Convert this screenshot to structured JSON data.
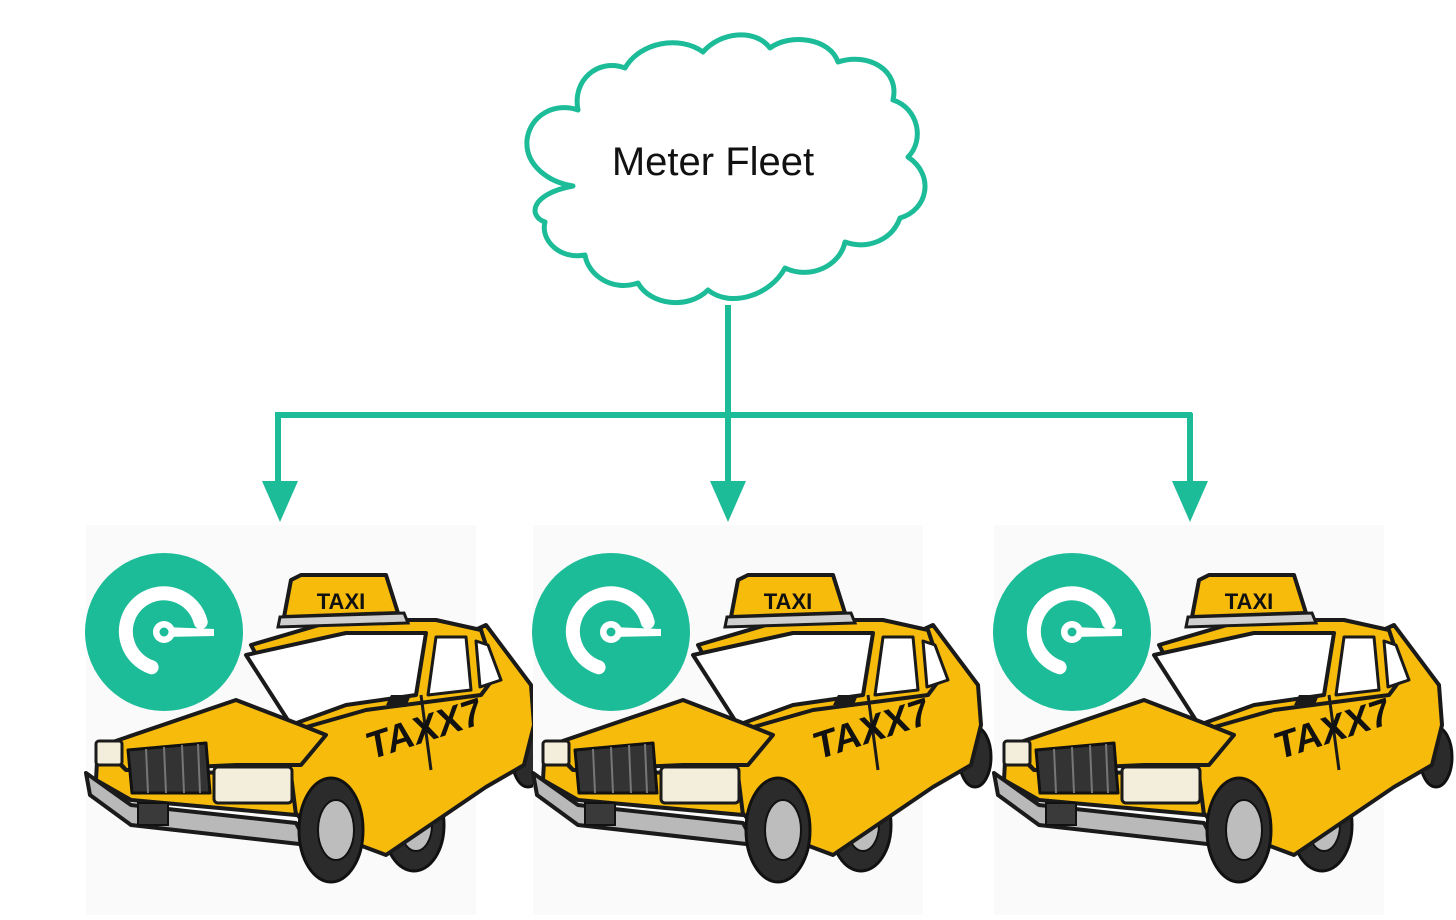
{
  "diagram": {
    "root": {
      "label": "Meter Fleet",
      "shape": "cloud"
    },
    "children": [
      {
        "roof_sign": "TAXI",
        "door_text": "TAXX7",
        "icon": "meter-gauge-icon"
      },
      {
        "roof_sign": "TAXI",
        "door_text": "TAXX7",
        "icon": "meter-gauge-icon"
      },
      {
        "roof_sign": "TAXI",
        "door_text": "TAXX7",
        "icon": "meter-gauge-icon"
      }
    ]
  },
  "colors": {
    "accent": "#1dbc99",
    "taxi_yellow": "#f7bb0b",
    "outline": "#1a1a1a",
    "panel_bg": "#fafafa"
  }
}
